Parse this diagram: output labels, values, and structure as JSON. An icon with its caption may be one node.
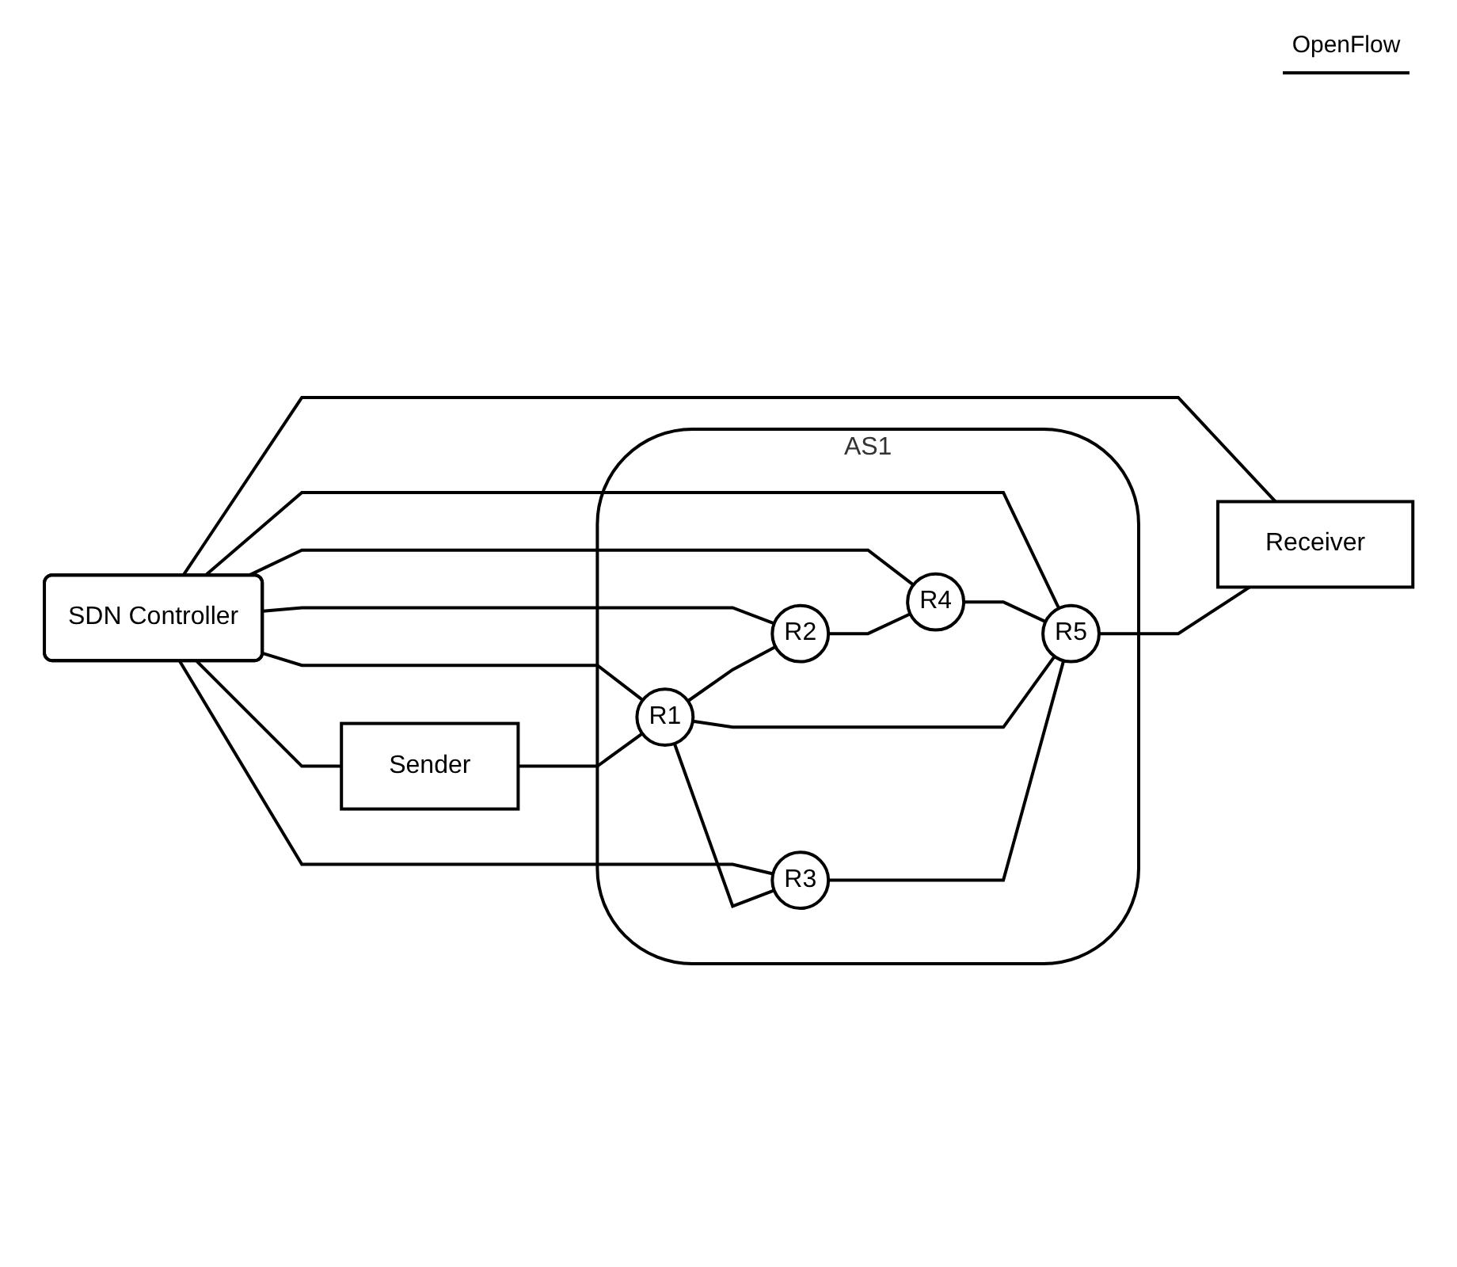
{
  "diagram": {
    "nodes": [
      {
        "text": [
          "SDN Controller"
        ]
      },
      {
        "text": [
          "Sender"
        ]
      },
      {
        "text": [
          "AS1"
        ]
      },
      {
        "text": [
          "R1"
        ],
        "in": 2
      },
      {
        "text": [
          "R2"
        ],
        "in": 2
      },
      {
        "text": [
          "R4"
        ],
        "in": 2
      },
      {
        "text": [
          "R5"
        ],
        "in": 2
      },
      {
        "text": [
          "R3"
        ],
        "in": 2
      },
      {
        "text": [
          "Receiver"
        ]
      }
    ],
    "edges": [
      {
        "from": 0,
        "to": 1,
        "arrow": "none"
      },
      {
        "from": 0,
        "to": 3,
        "arrow": "none"
      },
      {
        "from": 0,
        "to": 4,
        "arrow": "none"
      },
      {
        "from": 0,
        "to": 7,
        "arrow": "none"
      },
      {
        "from": 0,
        "to": 5,
        "arrow": "none"
      },
      {
        "from": 0,
        "to": 6,
        "arrow": "none"
      },
      {
        "from": 0,
        "to": 8,
        "arrow": "none"
      },
      {
        "from": 1,
        "to": 3,
        "arrow": "none"
      },
      {
        "from": 3,
        "to": 4,
        "arrow": "none"
      },
      {
        "from": 4,
        "to": 5,
        "arrow": "none"
      },
      {
        "from": 5,
        "to": 6,
        "arrow": "none"
      },
      {
        "from": 3,
        "to": 6,
        "arrow": "none"
      },
      {
        "from": 3,
        "to": 7,
        "arrow": "none"
      },
      {
        "from": 7,
        "to": 6,
        "arrow": "none"
      },
      {
        "from": 6,
        "to": 8,
        "arrow": "none"
      }
    ],
    "legend": [
      {
        "text": "OpenFlow"
      }
    ]
  }
}
